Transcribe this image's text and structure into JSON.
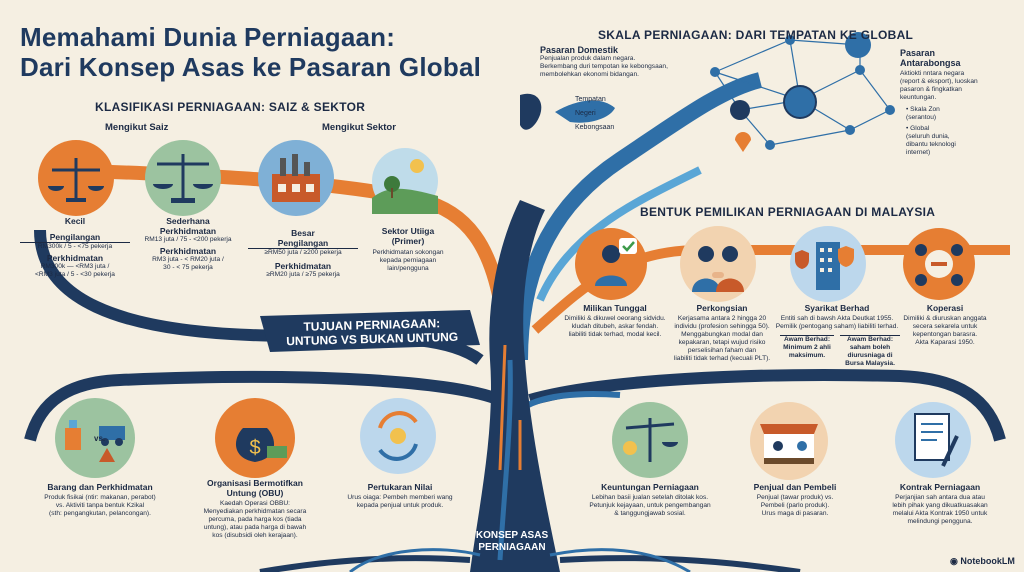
{
  "title": {
    "line1": "Memahami Dunia Perniagaan:",
    "line2": "Dari Konsep Asas ke Pasaran Global"
  },
  "klasifikasi": {
    "heading": "KLASIFIKASI PERNIAGAAN: SAIZ & SEKTOR",
    "by_size": "Mengikut Saiz",
    "by_sector": "Mengikut Sektor",
    "items": [
      {
        "name": "Kecil",
        "sub1": "Pengilangan",
        "d1": "RM300k     / 5 - <75 pekerja",
        "sub2": "Perkhidmatan",
        "d2": "RM300k — <RM3 juta /\n<RM3 juta    / 5 - <30 pekerja"
      },
      {
        "name": "Sederhana",
        "sub1": "Perkhidmatan",
        "d1": "RM13 juta / 75 - <200 pekerja",
        "sub2": "Perkhidmatan",
        "d2": "RM3 juta - < RM20 juta /\n30 - < 75 pekerja"
      },
      {
        "name": "Besar",
        "sub1": "Pengilangan",
        "d1": "≥RM50 juta / ≥200 pekerja",
        "sub2": "Perkhidmatan",
        "d2": "≥RM20 juta / ≥75 pekerja"
      },
      {
        "name": "Sektor Utiiga\n(Primer)",
        "sub1": "",
        "d1": "Perkhidmatan sokongan\nkepada perniagaan\nlain/pengguna",
        "sub2": "",
        "d2": ""
      }
    ]
  },
  "skala": {
    "heading": "SKALA PERNIAGAAN: DARI TEMPATAN KE GLOBAL",
    "domestic_title": "Pasaran Domestik",
    "domestic_text": "Penjualan produk dalam negara.\nBerkembang duri tempotan ke kebongsaan,\nmembolehkan ekonomi bidangan.",
    "map_labels": [
      "Tempatan",
      "Negeri",
      "Kebongsaan"
    ],
    "intl_title": "Pasaran\nAntarabongsa",
    "intl_text": "Aktiokti nntara negara\n(report & eksport), luoskan\npasaron & fingkatkan\nkeuntungan.",
    "bullets": [
      "Skala Zon\n(serantou)",
      "Global\n(seluruh dunia,\ndibantu teknologi\ninternet)"
    ]
  },
  "pemilikan": {
    "heading": "BENTUK PEMILIKAN PERNIAGAAN DI MALAYSIA",
    "items": [
      {
        "name": "Milikan Tunggal",
        "text": "Dimiliki & dikuwel oeorang sidvidu.\nkludah ditubeh, askar fendah.\nliabiliti tidak terhad, modal kecil."
      },
      {
        "name": "Perkongsian",
        "text": "Kerjasama antara 2 hingga 20\nindividu (profesion sehingga 50).\nMenggabungkan modal dan\nkepakaran, tetapi wujud risiko\nperselisihan faham dan\nliabiliti tidak terhad (kecuali PLT)."
      },
      {
        "name": "Syarikat Berhad",
        "text": "Entiti sah di bawsh Akta Deutkat 1955.\nPemilik (pentogang saham) liabiliti terhad.",
        "box1": "Awam Berhad:\nMinimum 2 ahli\nmaksimum.",
        "box2": "Awam Berhad:\nsaham boleh\ndiurusniaga di\nBursa Malaysia."
      },
      {
        "name": "Koperasi",
        "text": "Dimiliki & diuruskan anggata\nsecera sekarela untuk\nkepentongan barasra.\nAkta Kaparasi 1950."
      }
    ]
  },
  "tujuan": {
    "line1": "TUJUAN PERNIAGAAN:",
    "line2": "UNTUNG VS BUKAN UNTUNG"
  },
  "konsep": {
    "line1": "KONSEP ASAS",
    "line2": "PERNIAGAAN"
  },
  "bottom_left": [
    {
      "name": "Barang dan Perkhidmatan",
      "text": "Produk fisikai (ntir: makanan, perabot)\nvs. Aktiviti tanpa bentuk Kzikal\n(sth: pengangkutan, pelancongan).",
      "vs": "vs."
    },
    {
      "name": "Organisasi Bermotifkan\nUntung (OBU)",
      "text": "Kaedah Operasi OBBU:\nMenyediakan perkhidmatan secara\npercuma, pada harga kos (tiada\nuntung), atau pada harga di bawah\nkos (disubsidi oleh kerajaan)."
    },
    {
      "name": "Pertukaran Nilai",
      "text": "Urus oiaga: Pembeh memberi wang\nkepada penjual untuk produk."
    }
  ],
  "bottom_right": [
    {
      "name": "Keuntungan Perniagaan",
      "text": "Lebihan basii jualan setelah ditolak kos.\nPetunjuk kejayaan, untuk pengembangan\n& tanggungjawab sosial."
    },
    {
      "name": "Penjual dan Pembeli",
      "text": "Penjual (tawar produk) vs.\nPembeli (parlo produk).\nUrus maga di pasaran."
    },
    {
      "name": "Kontrak Perniagaan",
      "text": "Perjanjian sah antara dua atau\nlebih pihak yang dikuatkuasakan\nmelalui Akta Kontrak 1950 untuk\nmelindungi pengguna."
    }
  ],
  "brand": "NotebookLM",
  "colors": {
    "navy": "#1f3a5f",
    "orange": "#e67e33",
    "blue": "#2f6fa7",
    "bg": "#f5efe2"
  }
}
